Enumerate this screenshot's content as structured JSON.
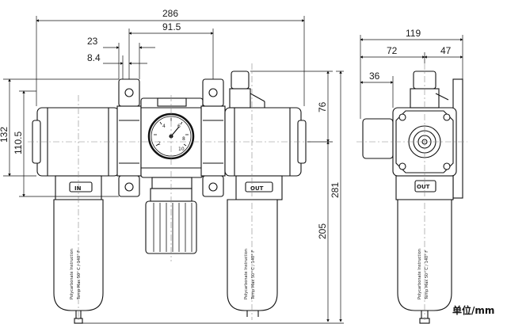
{
  "units_label": "单位/mm",
  "dimensions": {
    "overall_width": "286",
    "center_to_center": "91.5",
    "bracket_hole_spacing": "23",
    "bracket_offset": "8.4",
    "body_height": "132",
    "port_block_height": "110.5",
    "top_to_centerline": "76",
    "overall_height": "281",
    "centerline_to_bottom": "205",
    "side_depth": "119",
    "side_front": "72",
    "side_rear": "47",
    "side_knob_offset": "36"
  },
  "port_labels": {
    "inlet": "IN",
    "outlet": "OUT"
  },
  "bowl_text": {
    "line1": "Polycarbonate Instruction",
    "line2": "Temp Max 50° C / 140° F"
  },
  "gauge": {
    "tick_labels": [
      "2",
      "4",
      "6",
      "8",
      "10"
    ]
  }
}
